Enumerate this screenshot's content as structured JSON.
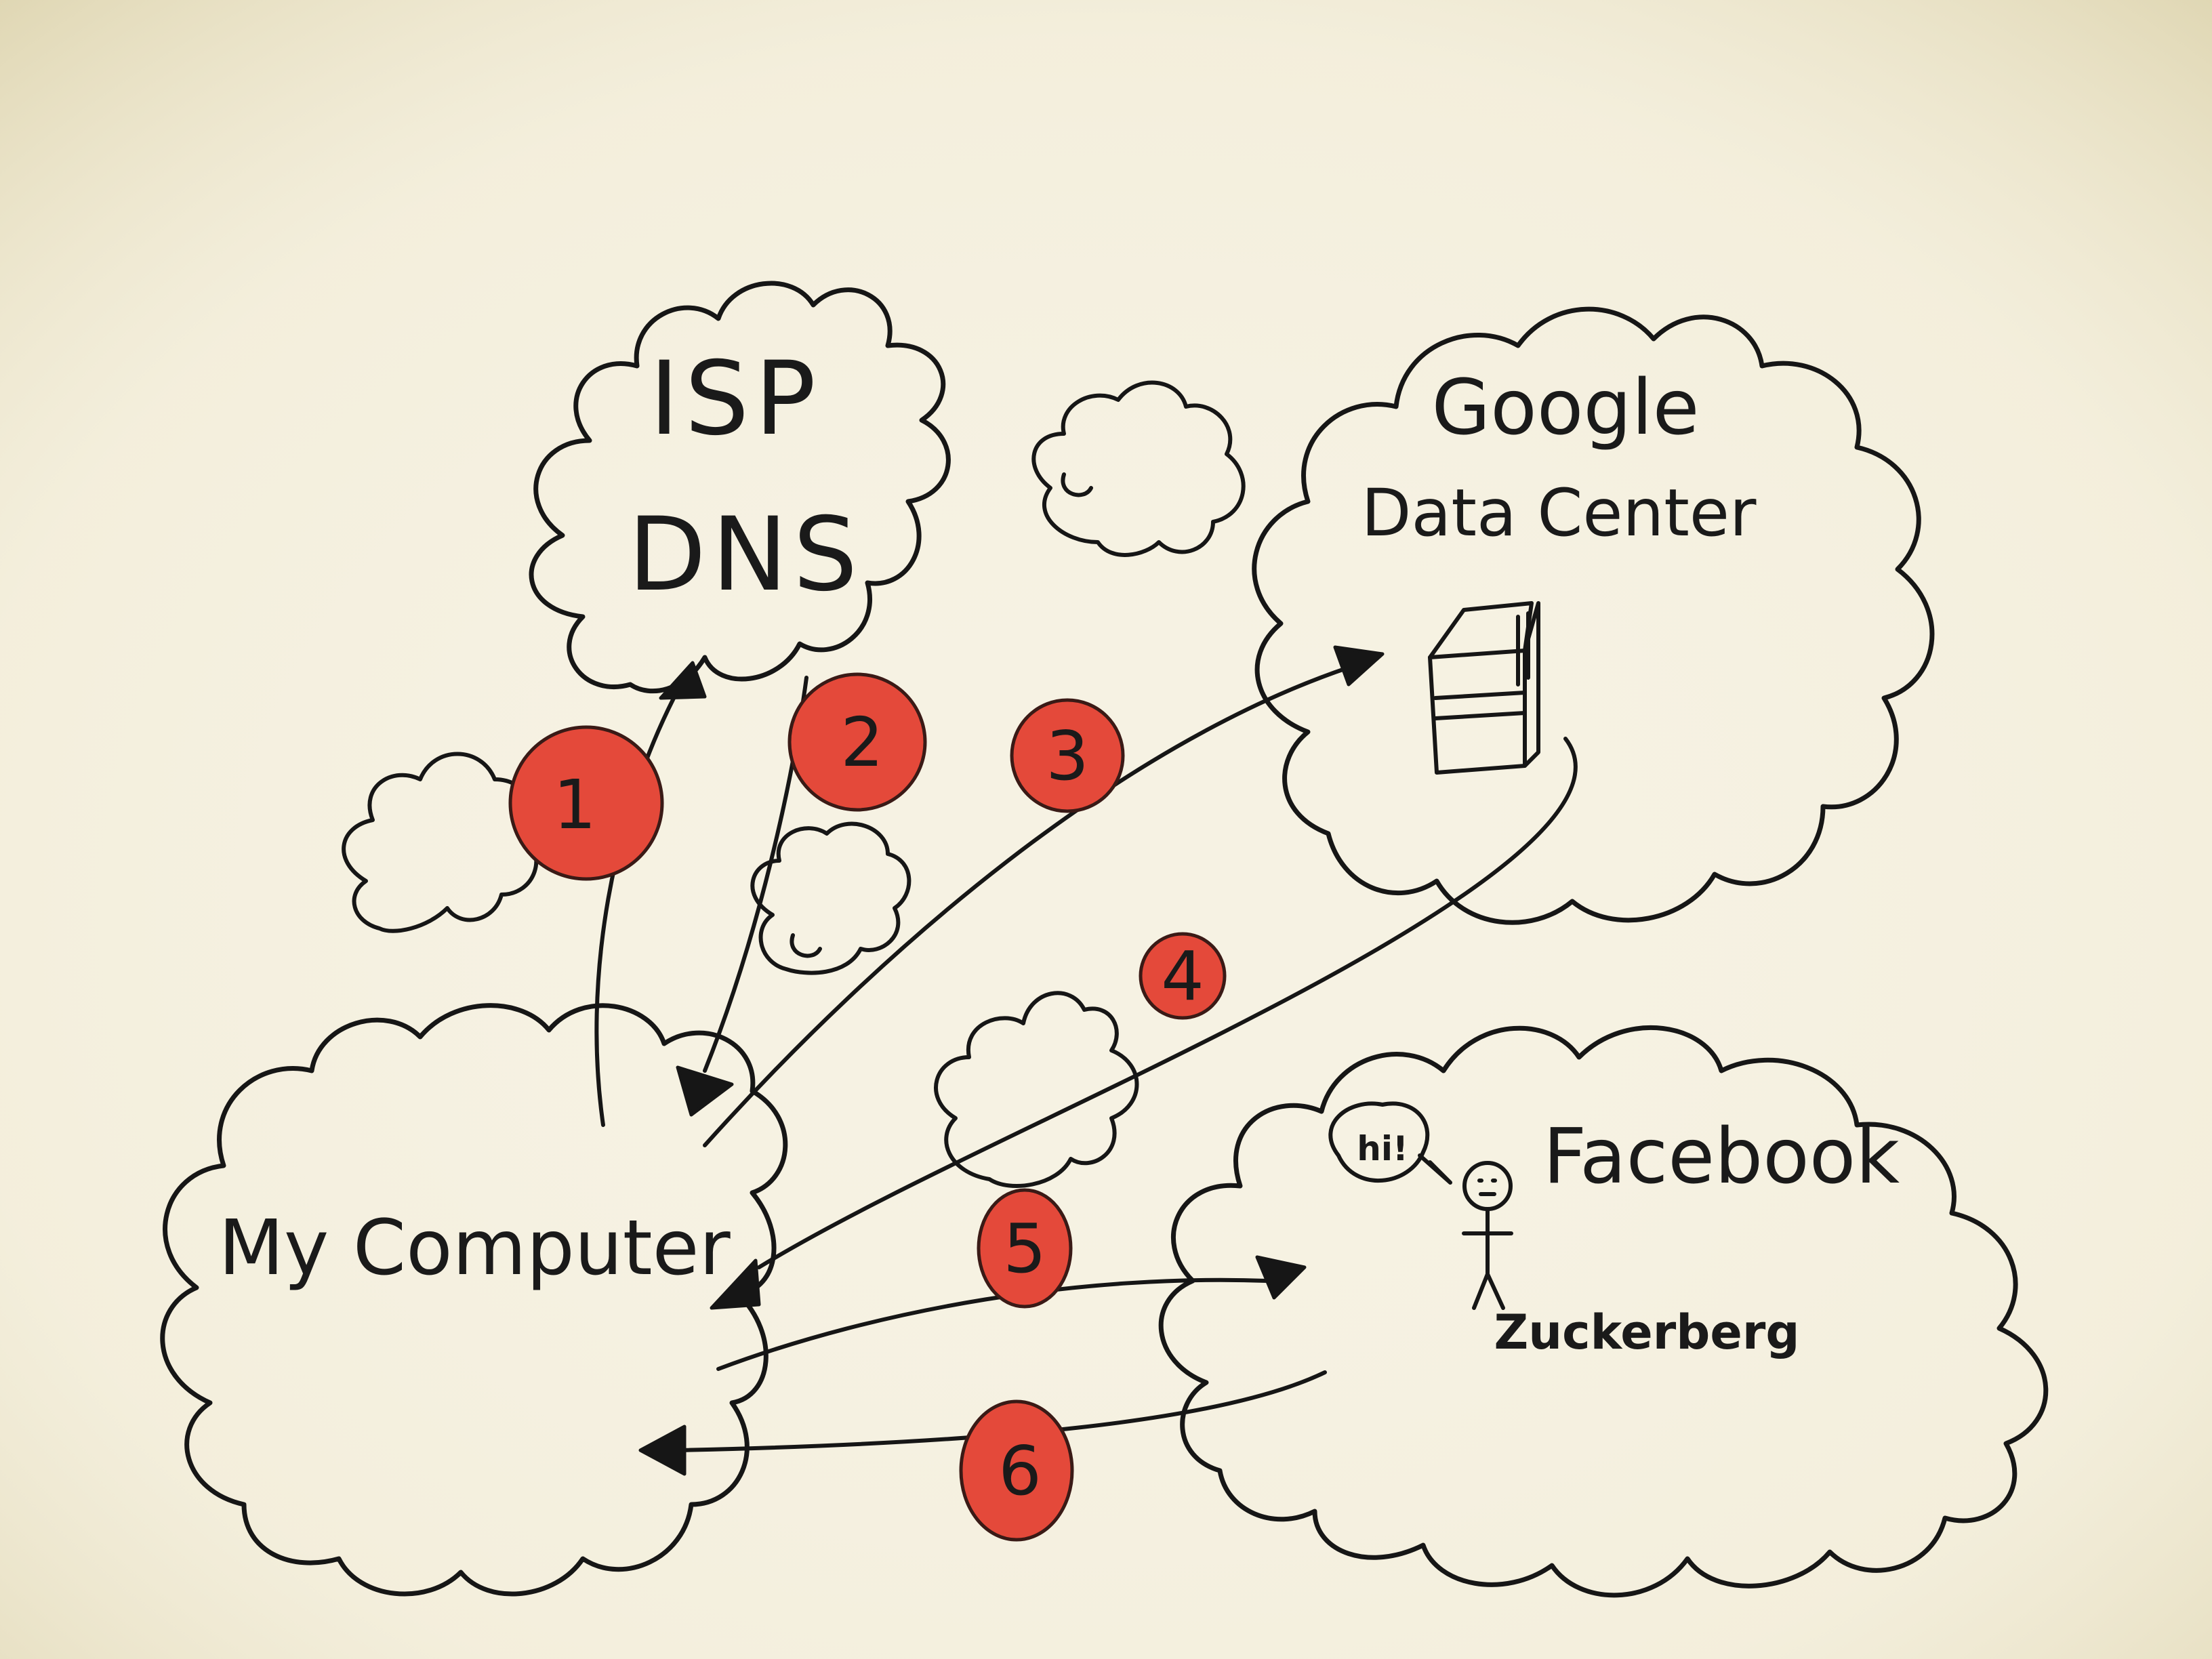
{
  "nodes": {
    "isp_dns": {
      "line1": "ISP",
      "line2": "DNS"
    },
    "google": {
      "line1": "Google",
      "line2": "Data Center"
    },
    "my_computer": {
      "label": "My Computer"
    },
    "facebook": {
      "label": "Facebook",
      "person": "Zuckerberg",
      "speech": "hi!"
    }
  },
  "steps": [
    "1",
    "2",
    "3",
    "4",
    "5",
    "6"
  ],
  "colors": {
    "paper": "#f6f2e3",
    "ink": "#161616",
    "step_marker": "#e4493a"
  }
}
